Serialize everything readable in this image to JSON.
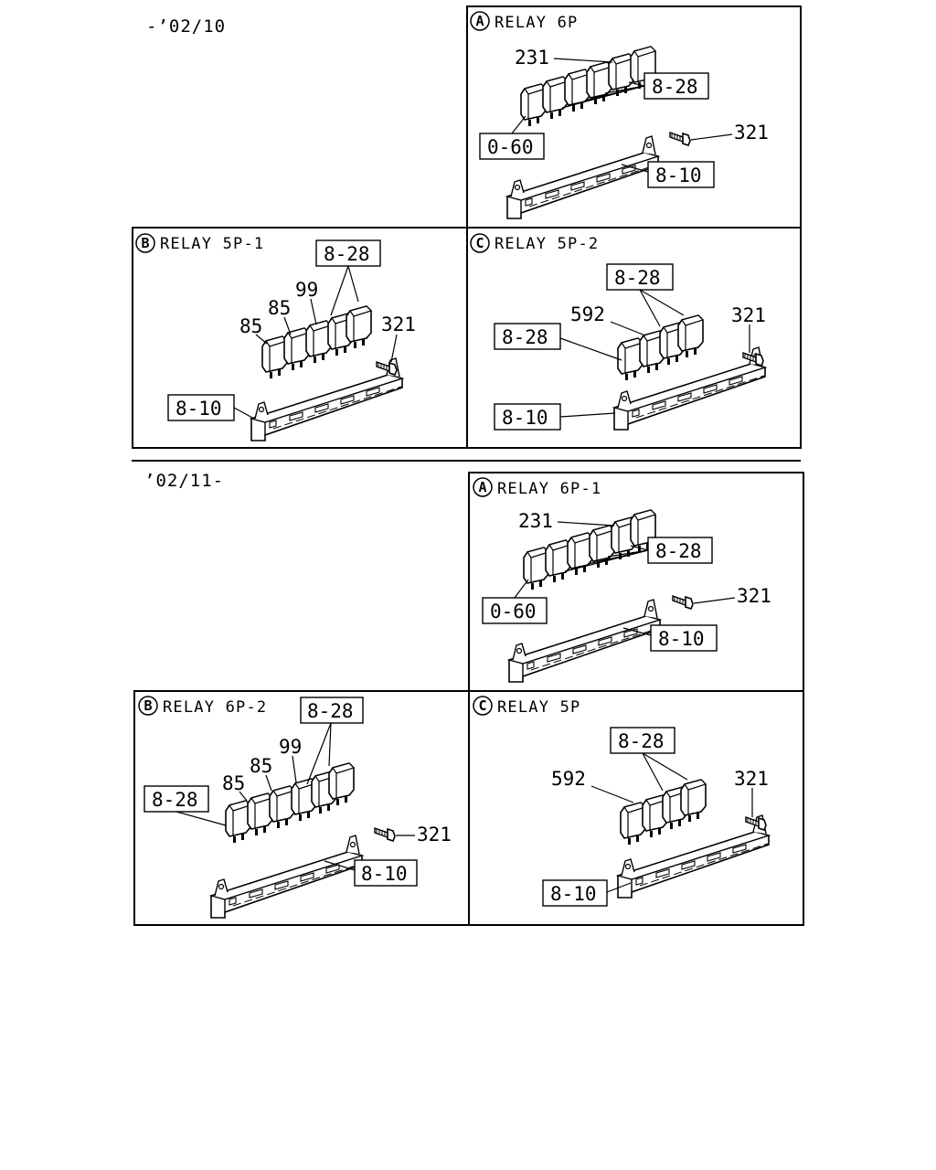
{
  "periods": [
    {
      "label": "-’02/10",
      "panels": [
        {
          "letter": "A",
          "title": "RELAY 6P",
          "labels": {
            "top": "231",
            "rb": "8-28",
            "lb": "0-60",
            "rail": "8-10",
            "bolt": "321"
          }
        },
        {
          "letter": "B",
          "title": "RELAY 5P-1",
          "labels": {
            "n1": "85",
            "n2": "85",
            "n3": "99",
            "rb": "8-28",
            "rail": "8-10",
            "bolt": "321"
          }
        },
        {
          "letter": "C",
          "title": "RELAY 5P-2",
          "labels": {
            "rbtop": "8-28",
            "num": "592",
            "lb": "8-28",
            "rail": "8-10",
            "bolt": "321"
          }
        }
      ]
    },
    {
      "label": "’02/11-",
      "panels": [
        {
          "letter": "A",
          "title": "RELAY 6P-1",
          "labels": {
            "top": "231",
            "rb": "8-28",
            "lb": "0-60",
            "rail": "8-10",
            "bolt": "321"
          }
        },
        {
          "letter": "B",
          "title": "RELAY 6P-2",
          "labels": {
            "n1": "85",
            "n2": "85",
            "n3": "99",
            "rbtop": "8-28",
            "lb": "8-28",
            "rail": "8-10",
            "bolt": "321"
          }
        },
        {
          "letter": "C",
          "title": "RELAY 5P",
          "labels": {
            "rbtop": "8-28",
            "num": "592",
            "rail": "8-10",
            "bolt": "321"
          }
        }
      ]
    }
  ]
}
